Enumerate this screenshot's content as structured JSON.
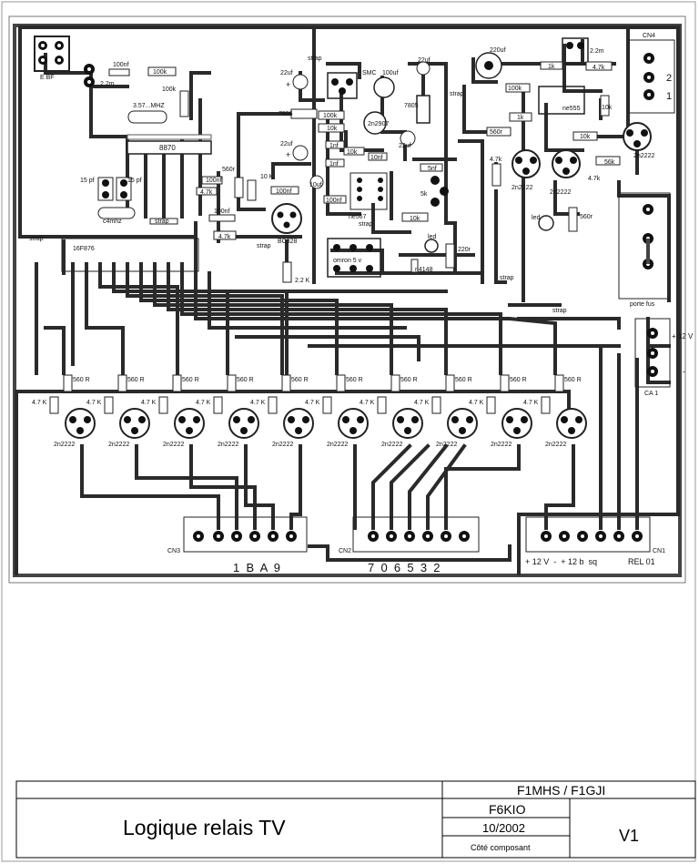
{
  "components": {
    "ebf": "E BF",
    "c100nf_a": "100nf",
    "r100k_a": "100k",
    "r100k_b": "100k",
    "l2_2m_a": "2.2m",
    "xtal": "3.57...MHZ",
    "ic8870": "8870",
    "c15pf_a": "15 pf",
    "c15pf_b": "15 pf",
    "c4mhz": "c4mhz",
    "strap": "strap",
    "r560r_a": "560r",
    "r10k_a": "10 K",
    "c100nf_b": "100nf",
    "r4_7k_a": "4.7k",
    "c100nf_c": "100nf",
    "c100nf_d": "100nf",
    "r4_7k_b": "4.7k",
    "ic16f876": "16F876",
    "r2_2k": "2.2 K",
    "bc328": "BC328",
    "c22uf_a": "22uf",
    "r7806": "7806",
    "c22uf_b": "22uf",
    "smc": "SMC",
    "c100uf_a": "100uf",
    "r100k_c": "100k",
    "r10k_b": "10k",
    "q2n2907": "2n2907",
    "r7805": "7805",
    "c22uf_c": "22uf",
    "c22uf_d": "22uf",
    "c1nf_a": "1nf",
    "c1nf_b": "1nf",
    "r10k_c": "10k",
    "c10nf": "10nf",
    "c10uf": "10uf",
    "c100nf_e": "100nf",
    "ne567": "ne567",
    "c5nf": "5nf",
    "r5k": "5k",
    "r10k_d": "10k",
    "led_a": "led",
    "omron": "omron 5 v",
    "n4148": "n4148",
    "r220r": "220r",
    "c220uf": "220uf",
    "l2_2m_b": "2.2m",
    "r1k_a": "1k",
    "r4_7k_c": "4.7k",
    "r100k_d": "100k",
    "r1k_b": "1k",
    "ne555": "ne555",
    "r10k_e": "10k",
    "r10k_f": "10k",
    "c560r": "560r",
    "r4_7k_d": "4.7k",
    "r56k": "56k",
    "r4_7k_e": "4.7k",
    "q2n2222_a": "2n2222",
    "q2n2222_b": "2n2222",
    "q2n2222_c": "2n2222",
    "led_b": "led",
    "r560r_b": "560r",
    "porte_fus": "porte fus",
    "cn4": "CN4",
    "cn4_pin2": "2",
    "cn4_pin1": "1",
    "plus12v": "+ 12 V",
    "ca1": "CA 1",
    "minus": "-",
    "r560R": "560 R",
    "r4_7K": "4.7 K",
    "q2n2222": "2n2222"
  },
  "connectors": {
    "cn3": "CN3",
    "cn3_labels": "1  B  A  9",
    "cn2": "CN2",
    "cn2_labels": "7  0  6  5  3  2",
    "cn1": "CN1",
    "cn1_labels": "+ 12 V  -  + 12 b  sq",
    "rel01": "REL 01"
  },
  "title_block": {
    "title": "Logique  relais  TV",
    "authors": "F1MHS / F1GJI",
    "code": "F6KIO",
    "date": "10/2002",
    "side": "Côté composant",
    "version": "V1"
  }
}
